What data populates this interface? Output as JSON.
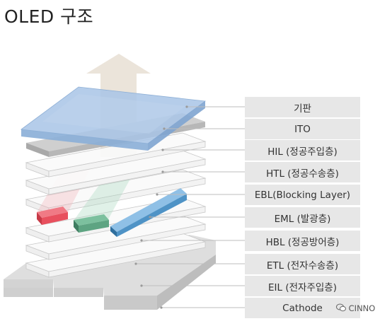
{
  "title": "OLED 구조",
  "layers": [
    {
      "label": "기판"
    },
    {
      "label": "ITO"
    },
    {
      "label": "HIL (정공주입층)"
    },
    {
      "label": "HTL (정공수송층)"
    },
    {
      "label": "EBL(Blocking Layer)"
    },
    {
      "label": "EML (발광층)"
    },
    {
      "label": "HBL (정공방어층)"
    },
    {
      "label": "ETL (전자수송층)"
    },
    {
      "label": "EIL (전자주입층)"
    },
    {
      "label": "Cathode"
    }
  ],
  "emitters": [
    {
      "name": "red-emitter",
      "color": "#e8505e"
    },
    {
      "name": "green-emitter",
      "color": "#5ea482"
    },
    {
      "name": "blue-emitter",
      "color": "#4f93c6"
    }
  ],
  "colors": {
    "substrate": "#a8c4e6",
    "ito": "#b7b7b7",
    "cathode": "#dcdcdc",
    "label_bg": "#e7e7e7",
    "arrow": "#e8dfd4"
  },
  "watermark": {
    "icon": "wechat-icon",
    "text": "CINNO"
  }
}
